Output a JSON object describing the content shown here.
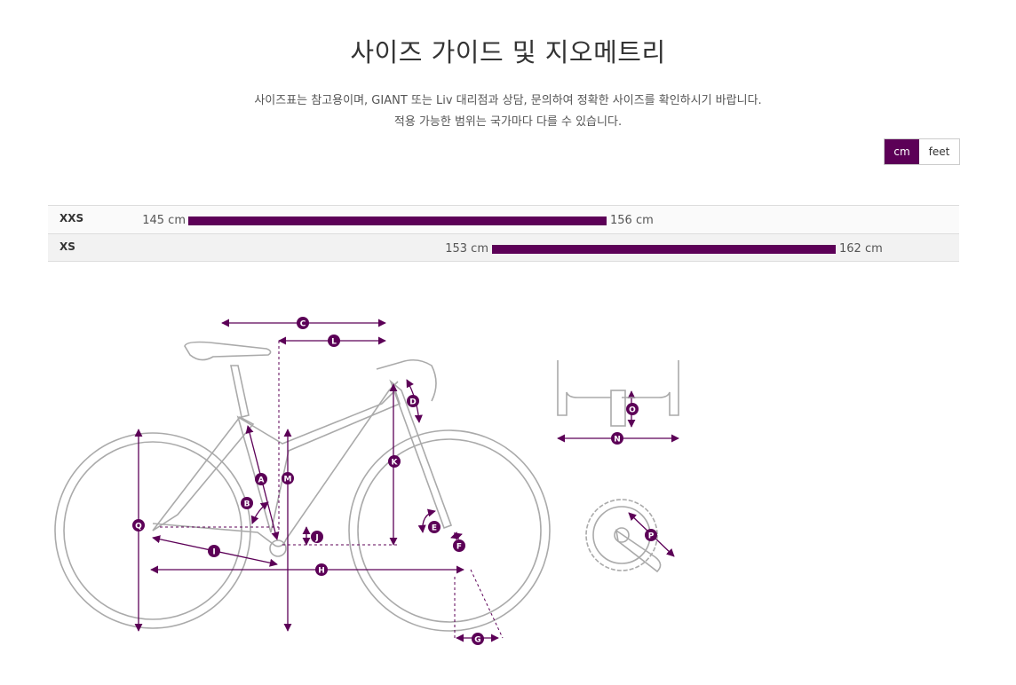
{
  "header": {
    "title": "사이즈 가이드 및 지오메트리",
    "note_line1": "사이즈표는 참고용이며, GIANT 또는 Liv 대리점과 상담, 문의하여 정확한 사이즈를 확인하시기 바랍니다.",
    "note_line2": "적용 가능한 범위는 국가마다 다를 수 있습니다."
  },
  "unit_toggle": {
    "options": [
      "cm",
      "feet"
    ],
    "selected": "cm"
  },
  "size_chart": {
    "rows": [
      {
        "size": "XXS",
        "min_label": "145 cm",
        "max_label": "156 cm",
        "min": 145,
        "max": 156
      },
      {
        "size": "XS",
        "min_label": "153 cm",
        "max_label": "162 cm",
        "min": 153,
        "max": 162
      }
    ]
  },
  "geometry": {
    "labels": [
      "A",
      "B",
      "C",
      "D",
      "E",
      "F",
      "G",
      "H",
      "I",
      "J",
      "K",
      "L",
      "M",
      "N",
      "O",
      "P",
      "Q"
    ]
  },
  "colors": {
    "accent": "#5c0057",
    "line": "#aaaaaa",
    "row_odd": "#fafafa",
    "row_even": "#f2f2f2"
  }
}
